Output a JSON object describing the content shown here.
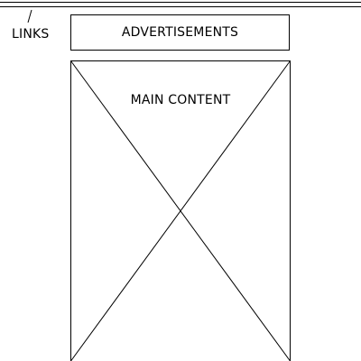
{
  "links": {
    "label": "LINKS"
  },
  "advertisements": {
    "label": "ADVERTISEMENTS"
  },
  "main_content": {
    "label": "MAIN CONTENT"
  }
}
